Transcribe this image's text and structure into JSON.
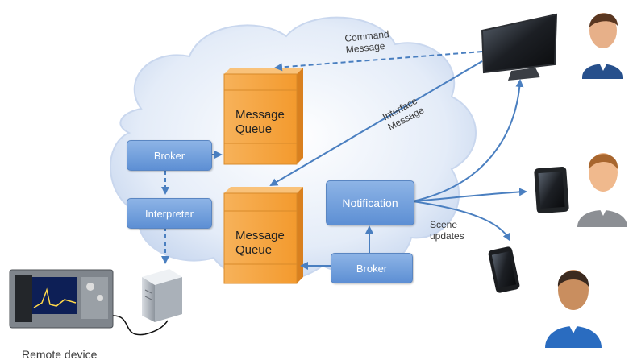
{
  "diagram": {
    "labels": {
      "command_message": "Command\nMessage",
      "interface_message": "Interface\nMessage",
      "scene_updates": "Scene\nupdates",
      "remote_device": "Remote device"
    },
    "nodes": {
      "broker_top": "Broker",
      "interpreter": "Interpreter",
      "notification": "Notification",
      "broker_bottom": "Broker",
      "queue_top": "Message\nQueue",
      "queue_bottom": "Message\nQueue"
    },
    "colors": {
      "cloud": "#dbe6f6",
      "node": "#6e9bdb",
      "queue": "#f5a441",
      "arrow": "#4a7fc0"
    },
    "icons": [
      "monitor-icon",
      "tablet-icon",
      "smartphone-icon",
      "user-icon",
      "server-icon",
      "remote-device-instrument"
    ]
  }
}
